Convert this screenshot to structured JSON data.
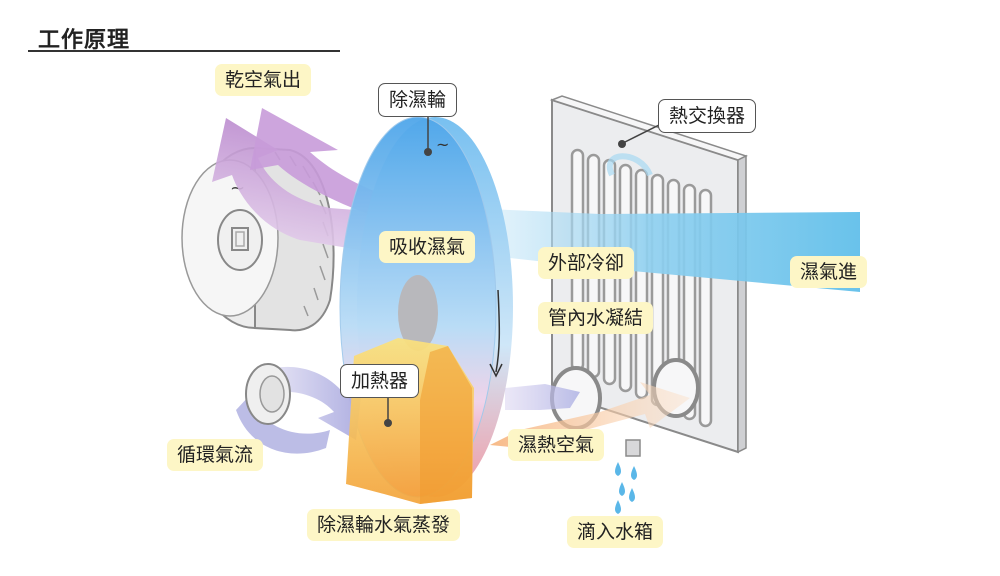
{
  "title": "工作原理",
  "labels": {
    "dry_air_out": "乾空氣出",
    "desiccant_wheel": "除濕輪",
    "heat_exchanger": "熱交換器",
    "absorb_moisture": "吸收濕氣",
    "external_cooling": "外部冷卻",
    "condensation": "管內水凝結",
    "humid_air_in": "濕氣進",
    "heater": "加熱器",
    "circulation": "循環氣流",
    "hot_humid_air": "濕熱空氣",
    "evaporation": "除濕輪水氣蒸發",
    "drip_to_tank": "滴入水箱"
  },
  "colors": {
    "purple_flow": "#c8a3d6",
    "blue_flow": "#6ec6ec",
    "orange_flow": "#f2a868",
    "wheel_blue": "#6fb7ee",
    "heater_yellow": "#f4c63a",
    "label_yellow": "#fdf6c6"
  }
}
